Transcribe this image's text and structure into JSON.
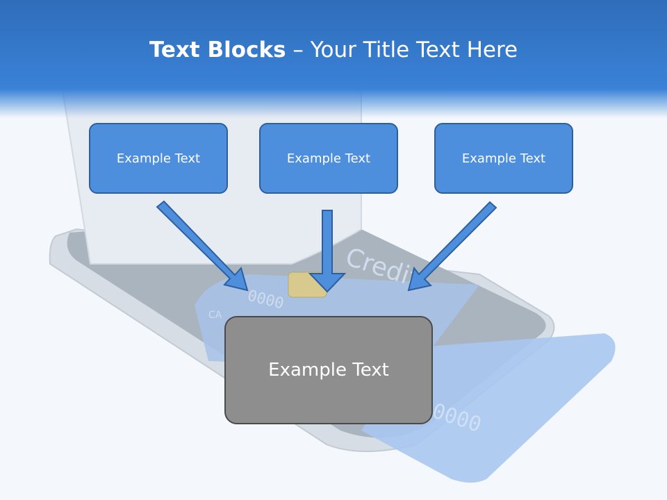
{
  "title": {
    "bold": "Text Blocks",
    "separator": " – ",
    "rest": "Your Title Text Here"
  },
  "boxes": [
    {
      "label": "Example Text"
    },
    {
      "label": "Example Text"
    },
    {
      "label": "Example Text"
    }
  ],
  "center_box": {
    "label": "Example Text"
  },
  "background": {
    "card_text": "Credit",
    "card_number_a": "0000",
    "card_number_b": "0000",
    "card_letters": "CA"
  },
  "colors": {
    "title_band": "#3a82d8",
    "box_fill": "#4d8fdd",
    "box_border": "#2d5f9e",
    "center_fill": "#8e8e8e",
    "arrow": "#4d8fdd"
  }
}
